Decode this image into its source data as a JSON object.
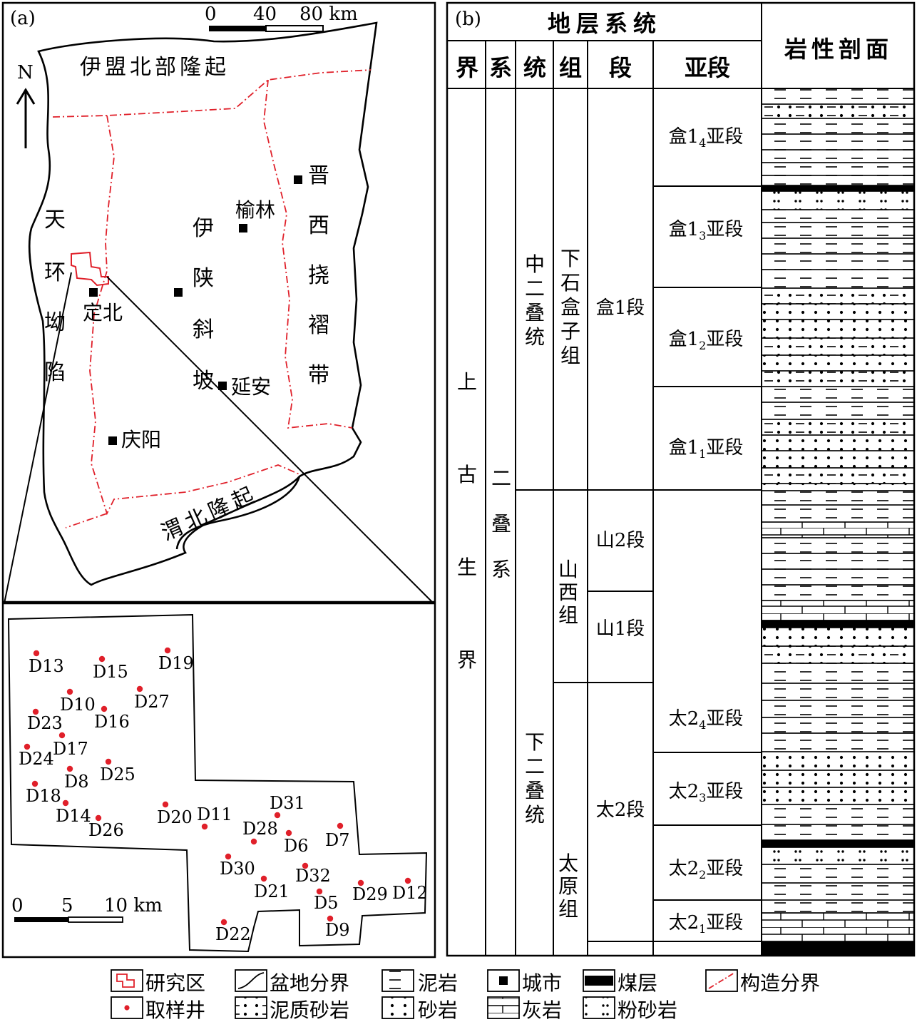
{
  "panel_a": {
    "label": "(a)",
    "scale": {
      "ticks": [
        "0",
        "40",
        "80 km"
      ]
    },
    "north": "N",
    "regions": {
      "yimeng": "伊盟北部隆起",
      "tianhuan": [
        "天",
        "环",
        "坳",
        "陷"
      ],
      "yishan": [
        "伊",
        "陕",
        "斜",
        "坡"
      ],
      "jinxi": [
        "晋",
        "西",
        "挠",
        "褶",
        "带"
      ],
      "weibei": "渭北隆起"
    },
    "cities": {
      "yulin": "榆林",
      "dingbei": "定北",
      "yanan": "延安",
      "qingyang": "庆阳"
    }
  },
  "inset": {
    "scale": {
      "ticks": [
        "0",
        "5",
        "10 km"
      ]
    },
    "wells": [
      "D13",
      "D15",
      "D19",
      "D10",
      "D27",
      "D23",
      "D16",
      "D17",
      "D24",
      "D25",
      "D8",
      "D18",
      "D14",
      "D26",
      "D20",
      "D11",
      "D31",
      "D28",
      "D6",
      "D7",
      "D30",
      "D32",
      "D21",
      "D5",
      "D29",
      "D12",
      "D22",
      "D9"
    ]
  },
  "panel_b": {
    "label": "(b)",
    "header_main": "地层系统",
    "header_litho": "岩性剖面",
    "columns": [
      "界",
      "系",
      "统",
      "组",
      "段",
      "亚段"
    ],
    "jie": "上古生界",
    "xi": "二叠系",
    "tong": [
      "中二叠统",
      "下二叠统"
    ],
    "zu": [
      "下石盒子组",
      "山西组",
      "太原组"
    ],
    "duan": [
      "盒1段",
      "山2段",
      "山1段",
      "太2段"
    ],
    "yaduan": [
      "盒14亚段",
      "盒13亚段",
      "盒12亚段",
      "盒11亚段",
      "太24亚段",
      "太23亚段",
      "太22亚段",
      "太21亚段"
    ]
  },
  "legend": {
    "items": [
      "研究区",
      "盆地分界",
      "泥岩",
      "城市",
      "煤层",
      "构造分界",
      "取样井",
      "泥质砂岩",
      "砂岩",
      "灰岩",
      "粉砂岩"
    ]
  },
  "colors": {
    "accent_red": "#e0202a"
  }
}
